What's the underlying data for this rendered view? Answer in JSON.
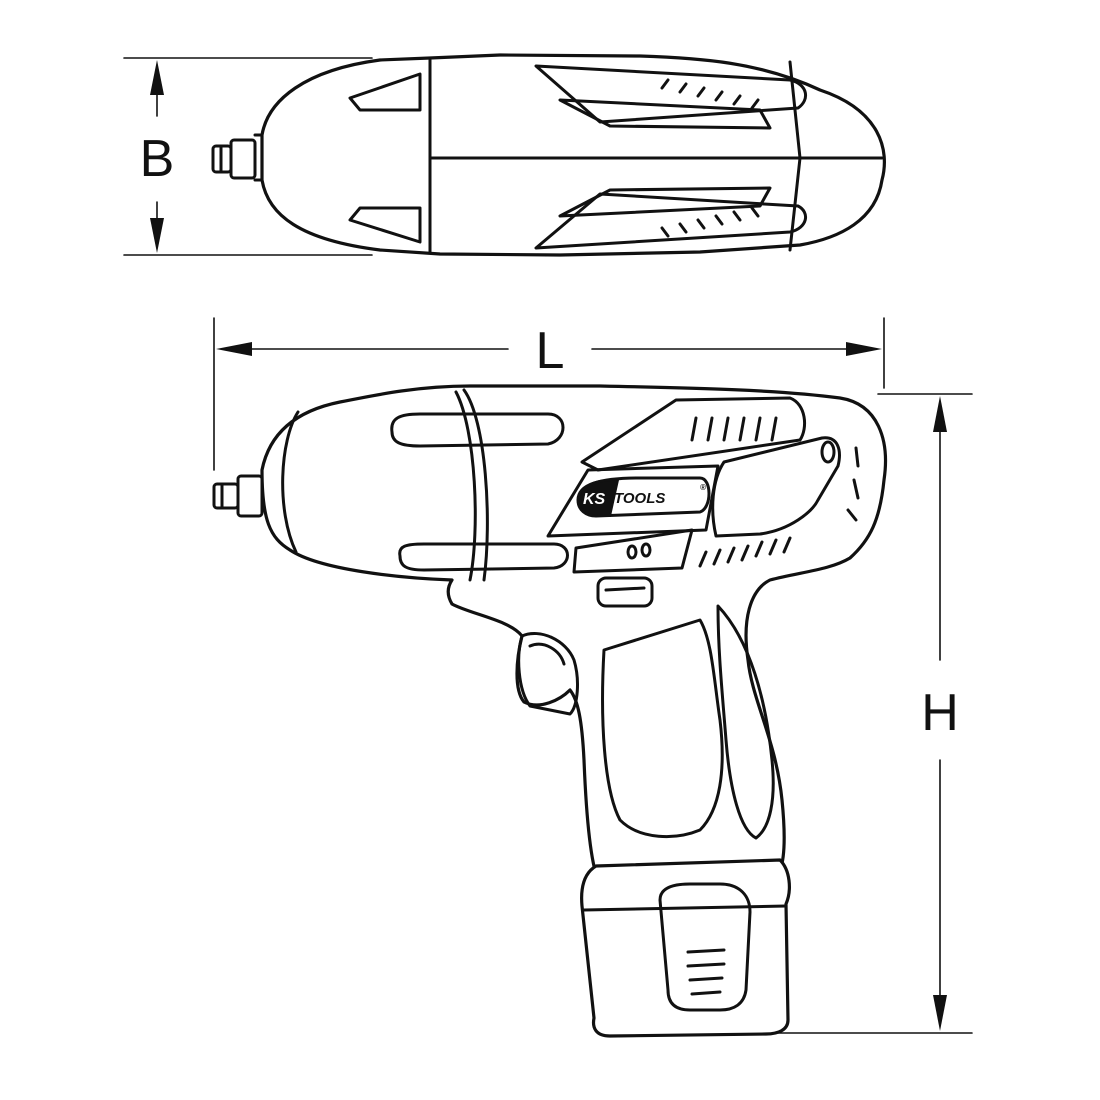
{
  "dimensions": {
    "width_label": "B",
    "length_label": "L",
    "height_label": "H"
  },
  "logo": {
    "brand_a": "KS",
    "brand_b": "TOOLS",
    "mark": "®"
  },
  "colors": {
    "line": "#111111",
    "background": "#ffffff"
  }
}
